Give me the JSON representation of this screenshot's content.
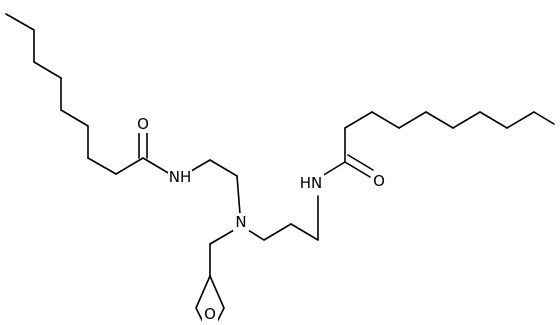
{
  "structure": {
    "atom_labels": {
      "o_left_carbonyl": "O",
      "nh_left": "NH",
      "n_center": "N",
      "hn_right": "HN",
      "o_right_carbonyl": "O",
      "o_epoxide": "O"
    }
  }
}
